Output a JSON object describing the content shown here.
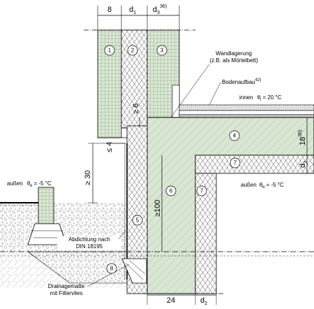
{
  "dimensions": {
    "top_8": "8",
    "top_d1": "d",
    "top_d1_sub": "1",
    "top_d3": "d",
    "top_d3_sub": "3",
    "top_d3_sup": "36)",
    "ge6": "≥ 6",
    "le4": "≤ 4",
    "ge30": "≥ 30",
    "ge100": "≥100",
    "right_18": "18",
    "right_18_sup": "36)",
    "right_d2": "d",
    "right_d2_sub": "2",
    "bottom_24": "24",
    "bottom_d2": "d",
    "bottom_d2_sub": "2"
  },
  "labels": {
    "wall_bearing_1": "Wandlagerung",
    "wall_bearing_2": "(z.B. als Mörtelbett)",
    "floor_build": "Bodenaufbau",
    "floor_build_sup": "42)",
    "inside": "innen",
    "theta_i": "θ",
    "theta_i_sub": "i",
    "theta_i_val": "=  20 °C",
    "outside_right": "außen",
    "theta_e_r": "θ",
    "theta_e_r_sub": "e",
    "theta_e_r_val": "=  -5 °C",
    "outside_left": "außen",
    "theta_e_l": "θ",
    "theta_e_l_sub": "e",
    "theta_e_l_val": "=  -5 °C",
    "sealing_1": "Abdichtung nach",
    "sealing_2": "DIN 18195",
    "drain_1": "Drainagematte",
    "drain_2": "mit Filtervlies"
  },
  "markers": [
    "1",
    "2",
    "3",
    "4",
    "5",
    "6",
    "7",
    "7",
    "8"
  ],
  "colors": {
    "concrete": "#d9e6d3",
    "hatch": "#6b8f5e",
    "line": "#000000"
  }
}
